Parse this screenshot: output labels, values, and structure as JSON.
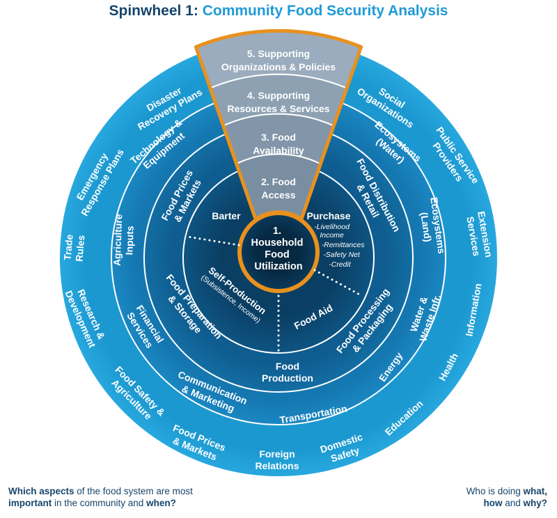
{
  "title": {
    "prefix": "Spinwheel 1:",
    "main": "Community Food Security Analysis"
  },
  "wedge": [
    [
      "5. Supporting",
      "Organizations & Policies"
    ],
    [
      "4. Supporting",
      "Resources & Services"
    ],
    [
      "3. Food",
      "Availability"
    ],
    [
      "2. Food",
      "Access"
    ]
  ],
  "center": [
    "1.",
    "Household",
    "Food",
    "Utilization"
  ],
  "access_ring": {
    "barter": "Barter",
    "purchase": "Purchase",
    "purchase_items": [
      "-Livelihood",
      "Income",
      "-Remittances",
      "-Safety Net",
      "-Credit"
    ],
    "self_production": [
      "Self-Production",
      "(Subsistence, Income)"
    ],
    "food_aid": "Food Aid"
  },
  "availability_ring": {
    "food_prices_markets": [
      "Food Prices",
      "& Markets"
    ],
    "food_distribution": [
      "Food Distribution",
      "& Retail"
    ],
    "food_processing": [
      "Food Processing",
      "& Packaging"
    ],
    "food_production": [
      "Food",
      "Production"
    ],
    "food_preparation": [
      "Food Preparation",
      "& Storage"
    ]
  },
  "resources_ring": {
    "technology": [
      "Technology &",
      "Equipment"
    ],
    "ecosystems_water": [
      "Ecosystems",
      "(Water)"
    ],
    "ecosystems_land": [
      "Ecosystems",
      "(Land)"
    ],
    "water_waste": [
      "Water &",
      "Waste Infr."
    ],
    "energy": "Energy",
    "transportation": "Transportation",
    "communication": [
      "Communication",
      "& Marketing"
    ],
    "financial": [
      "Financial",
      "Services"
    ],
    "agriculture_inputs": [
      "Agriculture",
      "Inputs"
    ]
  },
  "organizations_ring": {
    "disaster": [
      "Disaster",
      "Recovery Plans"
    ],
    "social": [
      "Social",
      "Organizations"
    ],
    "public_service": [
      "Public Service",
      "Providers"
    ],
    "extension": [
      "Extension",
      "Services"
    ],
    "information": "Information",
    "health": "Health",
    "education": "Education",
    "domestic_safety": [
      "Domestic",
      "Safety"
    ],
    "foreign_relations": [
      "Foreign",
      "Relations"
    ],
    "food_prices_markets": [
      "Food Prices",
      "& Markets"
    ],
    "food_safety": [
      "Food Safety &",
      "Agriculture"
    ],
    "research": [
      "Research &",
      "Development"
    ],
    "trade_rules": [
      "Trade",
      "Rules"
    ],
    "emergency": [
      "Emergency",
      "Response Plans"
    ]
  },
  "questions": {
    "left": {
      "b1": "Which aspects",
      "t1": " of the food system are most",
      "b2": "important",
      "t2": " in the community and ",
      "b3": "when?"
    },
    "right": {
      "t1": "Who is doing ",
      "b1": "what,",
      "b2": "how",
      "t2": " and ",
      "b3": "why?"
    }
  },
  "colors": {
    "ring_outer": "#1c98d0",
    "ring_2": "#1577b0",
    "ring_3": "#0f5d90",
    "ring_4": "#0b4a73",
    "hub": "#08324f",
    "wedge": "#8fa3b5",
    "orange": "#e8911e",
    "title_dark": "#16456b",
    "title_blue": "#1f9ad6"
  }
}
